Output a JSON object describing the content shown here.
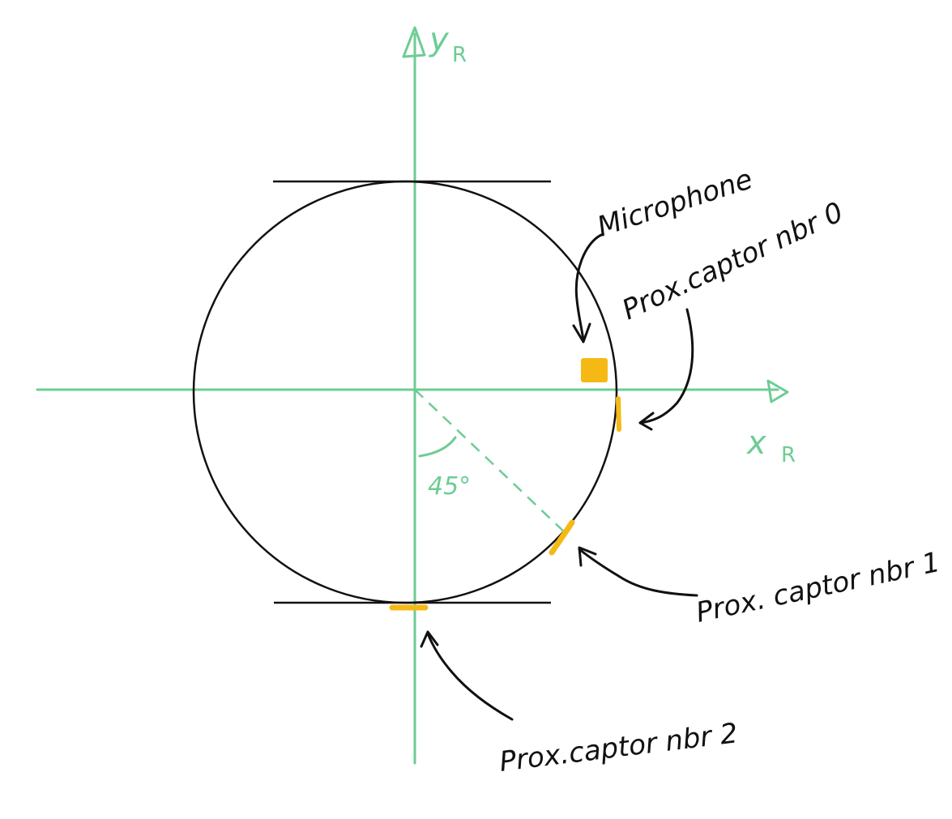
{
  "colors": {
    "axis": "#6dcc94",
    "ink": "#111111",
    "sensor": "#f5b916",
    "background": "#ffffff"
  },
  "axes": {
    "x_label": "x",
    "x_subscript": "R",
    "y_label": "y",
    "y_subscript": "R"
  },
  "angle": {
    "label": "45°",
    "degrees": 45
  },
  "labels": {
    "microphone": "Microphone",
    "prox0": "Prox.captor nbr 0",
    "prox1": "Prox. captor nbr 1",
    "prox2": "Prox.captor nbr 2"
  },
  "icons": {
    "x_arrow": "arrow-head-right-icon",
    "y_arrow": "arrow-head-up-icon",
    "pointer": "curved-arrow-icon"
  }
}
